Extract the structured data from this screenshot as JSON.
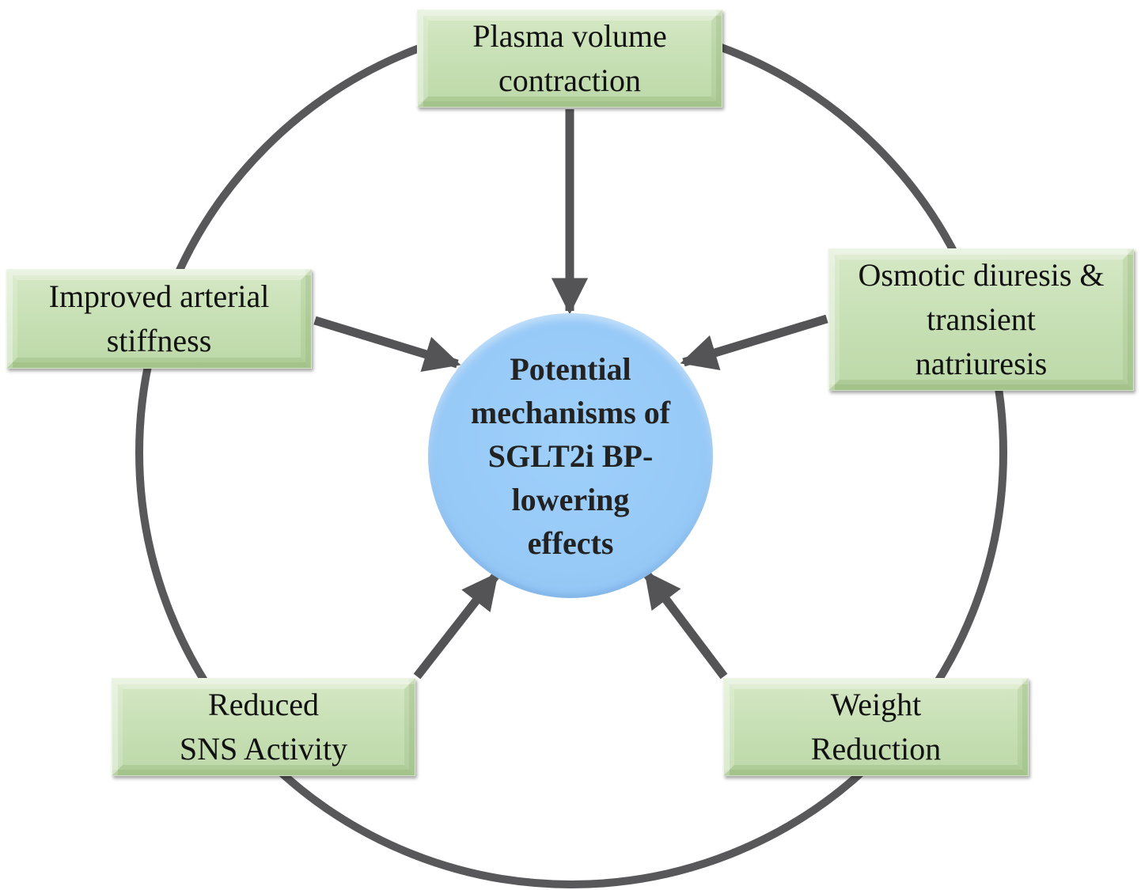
{
  "diagram": {
    "type": "cycle-hub",
    "colors": {
      "ring": "#58585a",
      "arrow": "#545456",
      "box_fill": "#c8e0b4",
      "center_fill": "#9acbf8",
      "text": "#111111"
    },
    "center": {
      "lines": [
        "Potential",
        "mechanisms of",
        "SGLT2i BP-",
        "lowering",
        "effects"
      ]
    },
    "nodes": [
      {
        "id": "plasma",
        "lines": [
          "Plasma volume",
          "contraction"
        ]
      },
      {
        "id": "osmotic",
        "lines": [
          "Osmotic diuresis &",
          "transient",
          "natriuresis"
        ]
      },
      {
        "id": "weight",
        "lines": [
          "Weight",
          "Reduction"
        ]
      },
      {
        "id": "sns",
        "lines": [
          "Reduced",
          "SNS Activity"
        ]
      },
      {
        "id": "arterial",
        "lines": [
          "Improved arterial",
          "stiffness"
        ]
      }
    ],
    "edges": [
      {
        "from": "plasma",
        "to": "center"
      },
      {
        "from": "osmotic",
        "to": "center"
      },
      {
        "from": "weight",
        "to": "center"
      },
      {
        "from": "sns",
        "to": "center"
      },
      {
        "from": "arterial",
        "to": "center"
      }
    ]
  }
}
